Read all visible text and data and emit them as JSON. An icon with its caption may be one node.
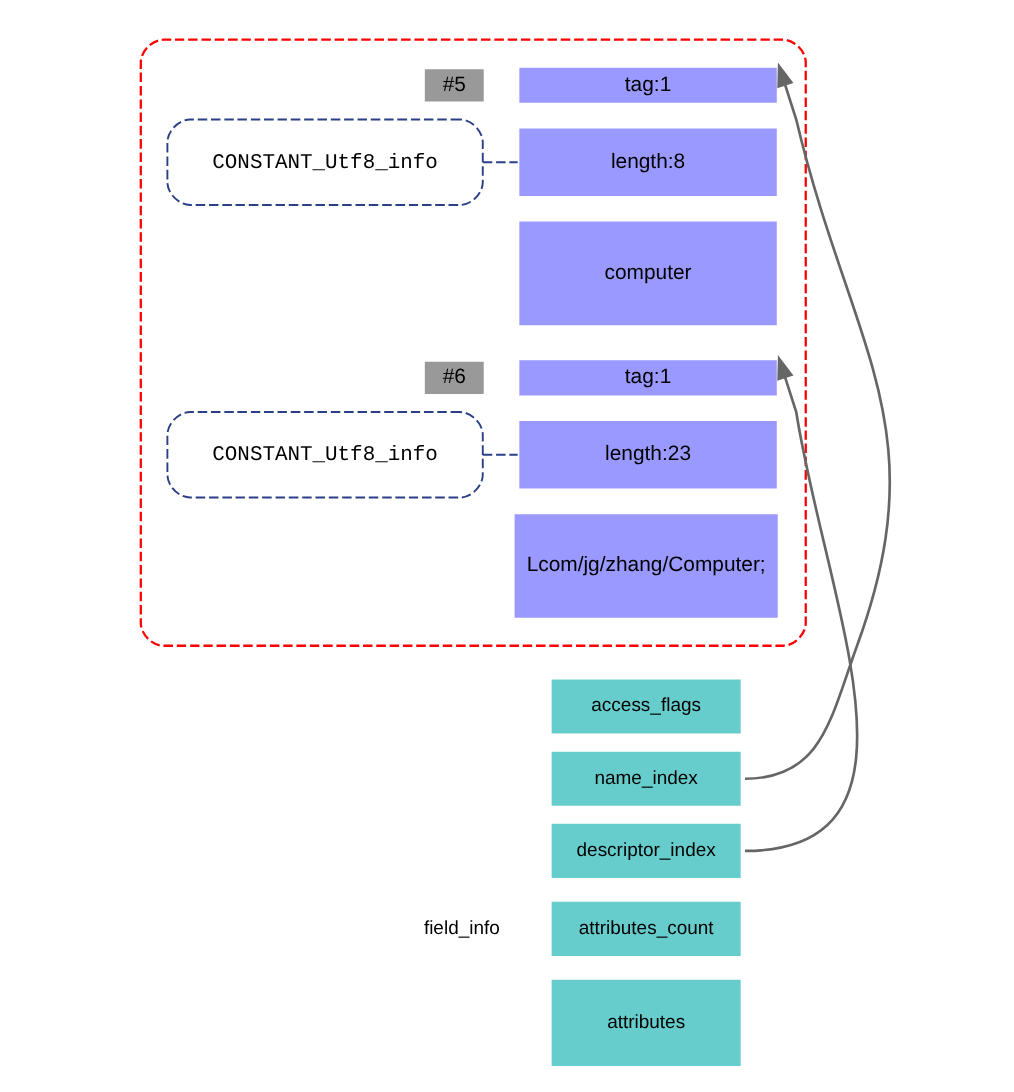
{
  "diagram": {
    "nodes": [
      {
        "text": [],
        "shape": "box"
      },
      {
        "text": [
          "#5"
        ],
        "in": 0
      },
      {
        "text": [
          "tag:1"
        ],
        "in": 0
      },
      {
        "text": [
          "length:8"
        ],
        "in": 0
      },
      {
        "text": [
          "computer"
        ],
        "in": 0
      },
      {
        "text": [
          "CONSTANT_Utf8_info"
        ],
        "in": 0
      },
      {
        "text": [
          "#6"
        ],
        "in": 0
      },
      {
        "text": [
          "tag:1"
        ],
        "in": 0
      },
      {
        "text": [
          "length:23"
        ],
        "in": 0
      },
      {
        "text": [
          "Lcom/jg/zhang/Computer;"
        ],
        "in": 0
      },
      {
        "text": [
          "CONSTANT_Utf8_info"
        ],
        "in": 0
      },
      {
        "text": [
          "access_flags"
        ]
      },
      {
        "text": [
          "name_index"
        ]
      },
      {
        "text": [
          "descriptor_index"
        ]
      },
      {
        "text": [
          "attributes_count"
        ]
      },
      {
        "text": [
          "attributes"
        ]
      }
    ],
    "edges": [
      {
        "from": 5,
        "to": 3,
        "arrow": "none",
        "style": "dashed",
        "color": "#2b3f87"
      },
      {
        "from": 10,
        "to": 8,
        "arrow": "none",
        "style": "dashed",
        "color": "#2b3f87"
      },
      {
        "from": 12,
        "to": 2,
        "arrow": "to",
        "color": "#666666"
      },
      {
        "from": 13,
        "to": 7,
        "arrow": "to",
        "color": "#666666"
      }
    ],
    "labels": [
      "field_info"
    ]
  }
}
